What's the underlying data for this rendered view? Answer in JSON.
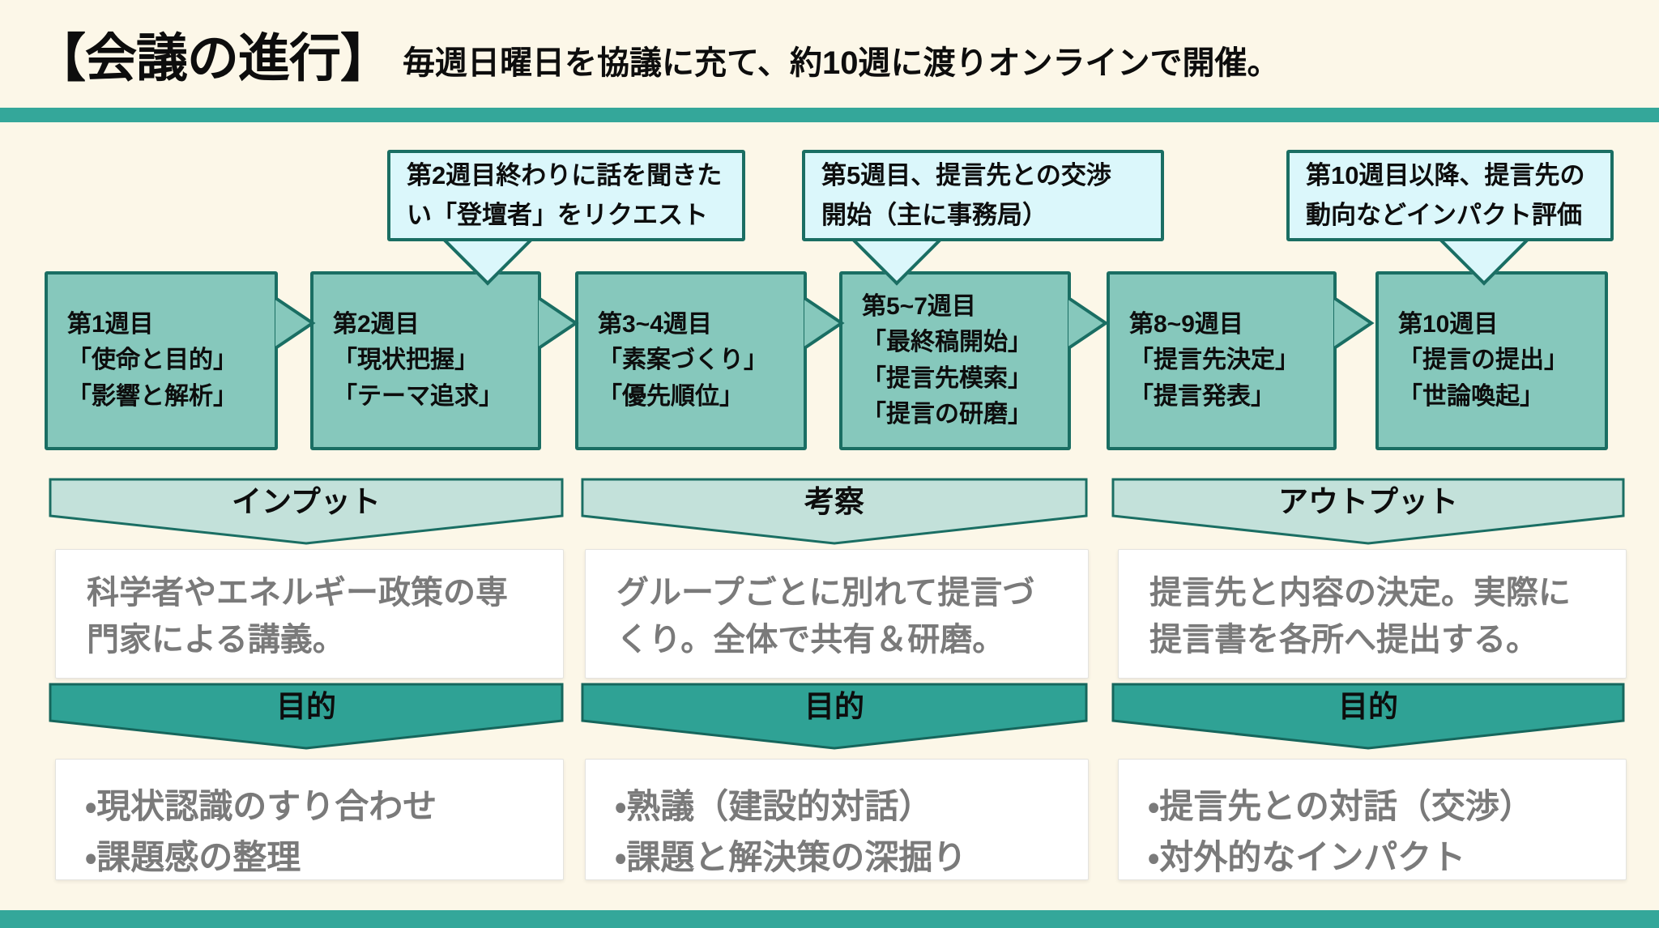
{
  "header": {
    "title": "【会議の進行】",
    "subtitle": "毎週日曜日を協議に充て、約10週に渡りオンラインで開催。"
  },
  "callouts": [
    {
      "text": "第2週目終わりに話を聞きた\nい「登壇者」をリクエスト"
    },
    {
      "text": "第5週目、提言先との交渉\n開始（主に事務局）"
    },
    {
      "text": "第10週目以降、提言先の\n動向などインパクト評価"
    }
  ],
  "weeks": [
    {
      "text": "第1週目\n「使命と目的」\n「影響と解析」"
    },
    {
      "text": "第2週目\n「現状把握」\n「テーマ追求」"
    },
    {
      "text": "第3~4週目\n「素案づくり」\n「優先順位」"
    },
    {
      "text": "第5~7週目\n「最終稿開始」\n「提言先模索」\n「提言の研磨」"
    },
    {
      "text": "第8~9週目\n「提言先決定」\n「提言発表」"
    },
    {
      "text": "第10週目\n「提言の提出」\n「世論喚起」"
    }
  ],
  "sections": [
    {
      "header": "インプット",
      "description": "科学者やエネルギー政策の専\n門家による講義。",
      "purpose_title": "目的",
      "purpose_text": "・現状認識のすり合わせ\n・課題感の整理"
    },
    {
      "header": "考察",
      "description": "グループごとに別れて提言づ\nくり。全体で共有＆研磨。",
      "purpose_title": "目的",
      "purpose_text": "・熟議（建設的対話）\n・課題と解決策の深掘り"
    },
    {
      "header": "アウトプット",
      "description": "提言先と内容の決定。実際に\n提言書を各所へ提出する。",
      "purpose_title": "目的",
      "purpose_text": "・提言先との対話（交渉）\n・対外的なインパクト"
    }
  ],
  "colors": {
    "background_cream": "#FCF7E8",
    "teal_bar": "#34A79A",
    "week_box_fill": "#86C8BC",
    "dark_teal_border": "#1A6E63",
    "callout_fill": "#DBF7FB",
    "light_ribbon_fill": "#C3E1DA",
    "purpose_ribbon_fill": "#2FA295",
    "card_text_gray": "#7A7A7A"
  }
}
